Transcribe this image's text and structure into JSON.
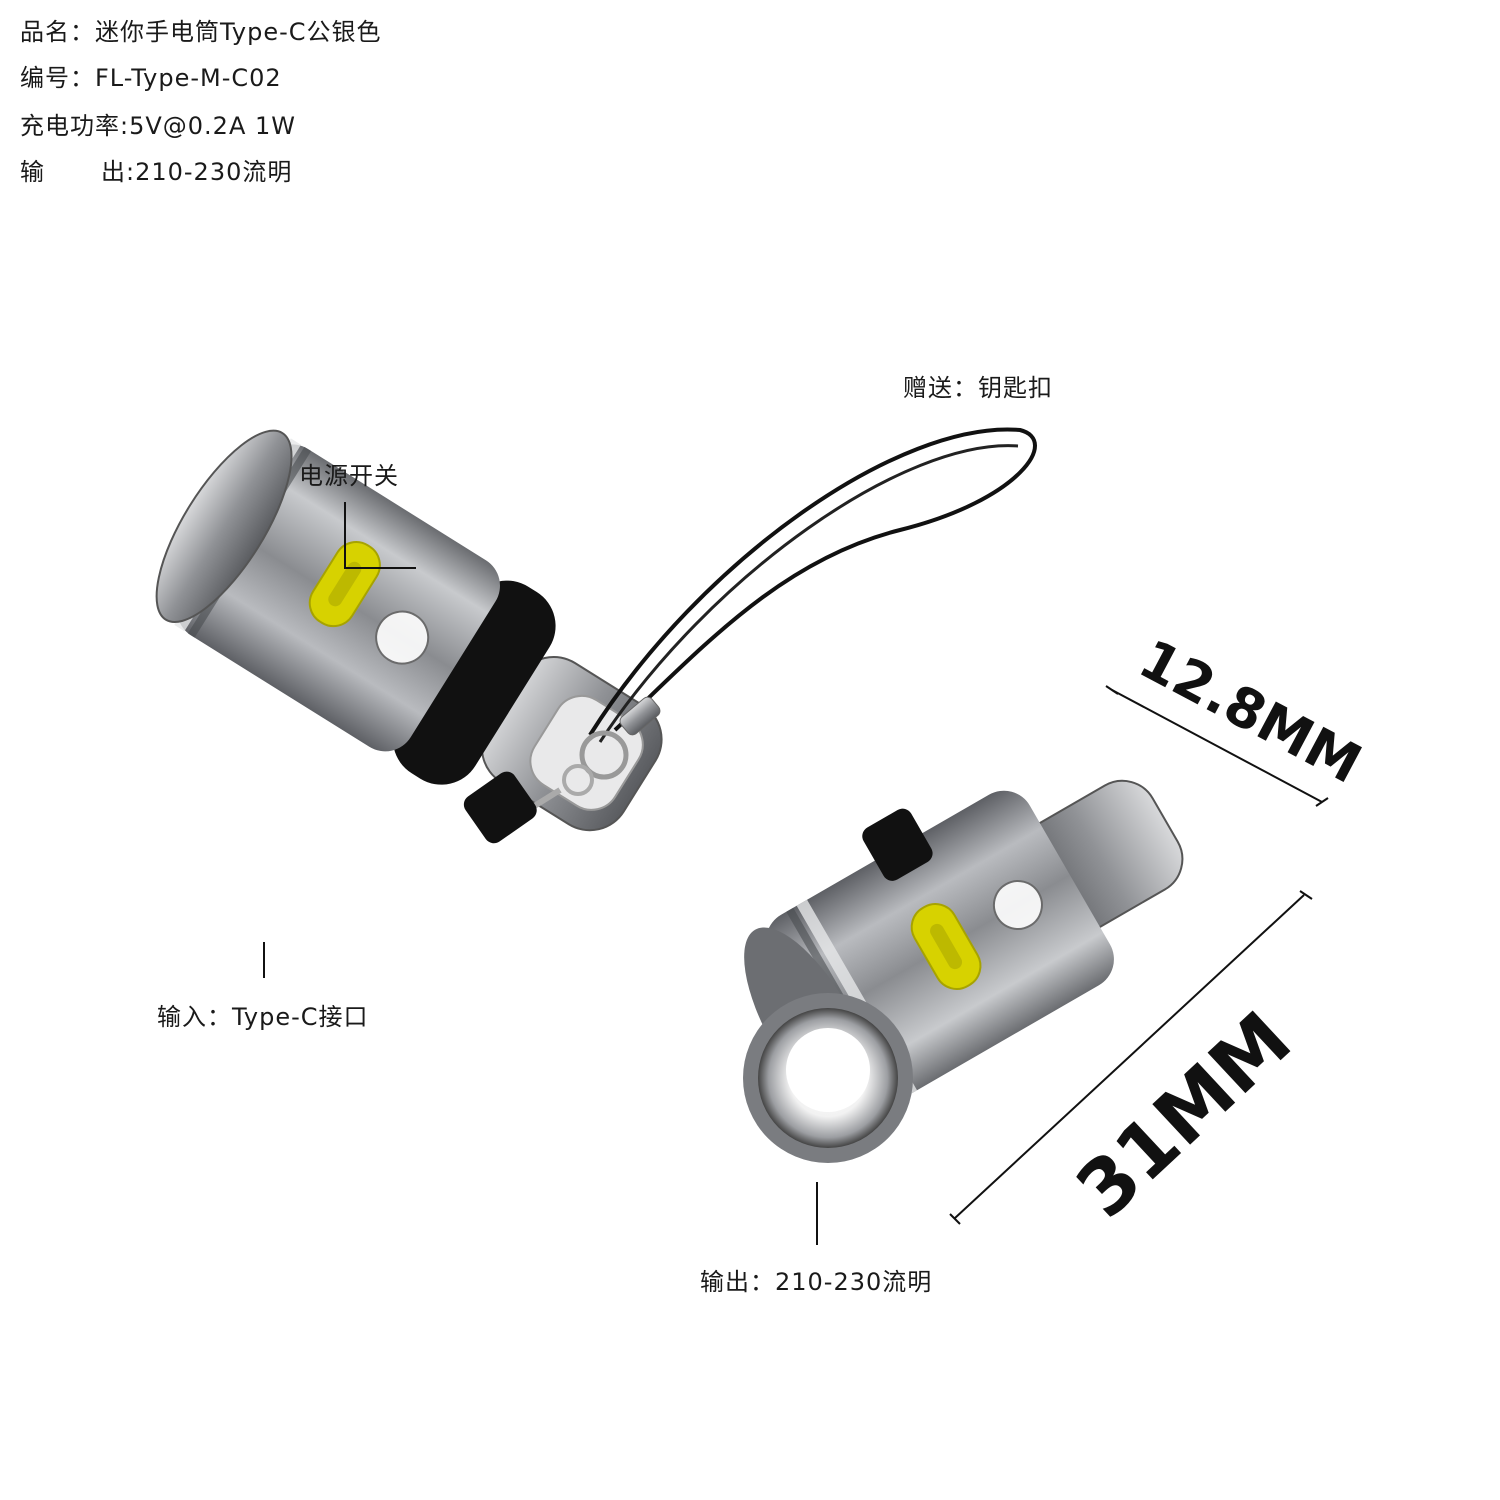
{
  "specs": {
    "product_name": "品名：迷你手电筒Type-C公银色",
    "model": "编号：FL-Type-M-C02",
    "charging": "充电功率:5V@0.2A 1W",
    "output_label": "输",
    "output_value": "出:210-230流明"
  },
  "callouts": {
    "power_switch": "电源开关",
    "keychain": "赠送：钥匙扣",
    "input": "输入：Type-C接口",
    "output": "输出：210-230流明"
  },
  "dimensions": {
    "width": "12.8MM",
    "length": "31MM"
  },
  "colors": {
    "body_metal": "#8e9094",
    "switch": "#d7d200",
    "text": "#1a1a1a"
  }
}
